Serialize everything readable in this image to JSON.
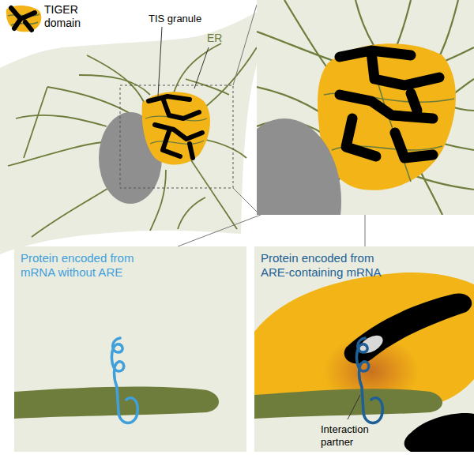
{
  "diagram": {
    "nodes": [
      {
        "text": [
          "Protein encoded from mRNA without ARE"
        ]
      },
      {
        "text": [
          "Protein encoded from ARE-containing mRNA"
        ]
      }
    ],
    "labels": [
      "TIS granule",
      "ER",
      "Interaction partner"
    ],
    "legend": [
      {
        "text": "TIGER domain"
      }
    ]
  }
}
